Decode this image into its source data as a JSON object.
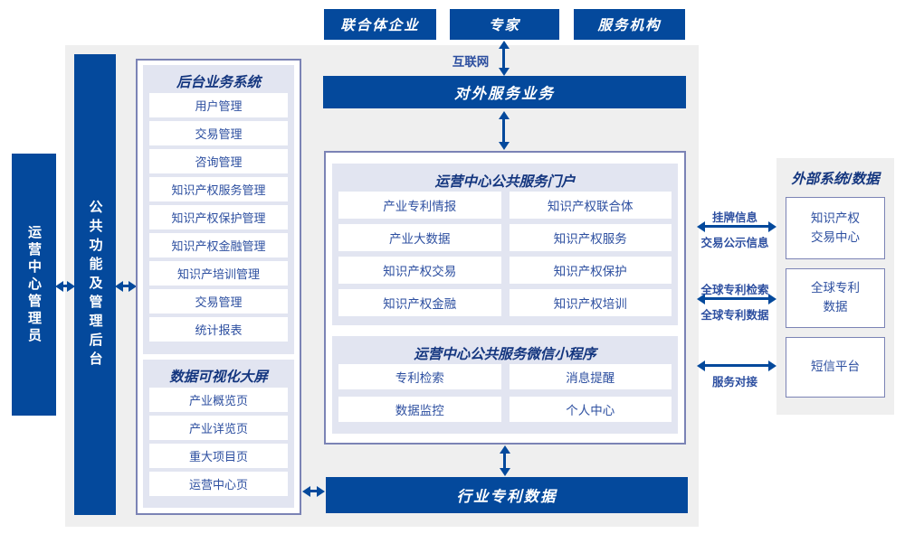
{
  "colors": {
    "primary": "#04499c",
    "panel_lavender": "#e2e5f1",
    "background_gray": "#efefef",
    "border": "#7b83b5",
    "header_text": "#14367f",
    "item_text": "#2d4fa0"
  },
  "top_actors": {
    "a0": "联合体企业",
    "a1": "专家",
    "a2": "服务机构"
  },
  "internet_label": "互联网",
  "external_service_bar": "对外服务业务",
  "left_bars": {
    "admin": "运营中心管理员",
    "backend": "公共功能及管理后台"
  },
  "backend_system": {
    "title": "后台业务系统",
    "items": [
      "用户管理",
      "交易管理",
      "咨询管理",
      "知识产权服务管理",
      "知识产权保护管理",
      "知识产权金融管理",
      "知识产培训管理",
      "交易管理",
      "统计报表"
    ]
  },
  "dashboard": {
    "title": "数据可视化大屏",
    "items": [
      "产业概览页",
      "产业详览页",
      "重大项目页",
      "运营中心页"
    ]
  },
  "portal": {
    "title": "运营中心公共服务门户",
    "items": [
      "产业专利情报",
      "知识产权联合体",
      "产业大数据",
      "知识产权服务",
      "知识产权交易",
      "知识产权保护",
      "知识产权金融",
      "知识产权培训"
    ]
  },
  "miniprogram": {
    "title": "运营中心公共服务微信小程序",
    "items": [
      "专利检索",
      "消息提醒",
      "数据监控",
      "个人中心"
    ]
  },
  "industry_patent_bar": "行业专利数据",
  "external_systems": {
    "title": "外部系统/数据",
    "boxes": [
      "知识产权交易中心",
      "全球专利数据",
      "短信平台"
    ],
    "links": [
      {
        "top": "挂牌信息",
        "bottom": "交易公示信息"
      },
      {
        "top": "全球专利检索",
        "bottom": "全球专利数据"
      },
      {
        "bottom": "服务对接"
      }
    ]
  }
}
